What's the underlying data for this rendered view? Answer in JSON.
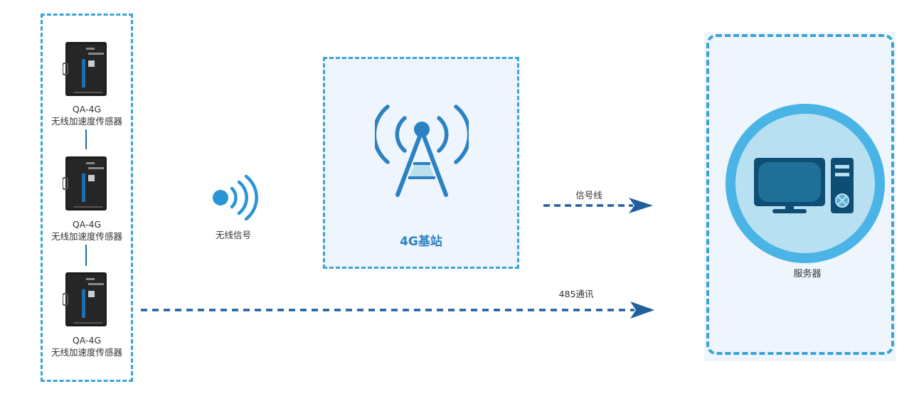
{
  "sensors": [
    {
      "model": "QA-4G",
      "name": "无线加速度传感器"
    },
    {
      "model": "QA-4G",
      "name": "无线加速度传感器"
    },
    {
      "model": "QA-4G",
      "name": "无线加速度传感器"
    }
  ],
  "wireless_label": "无线信号",
  "base_station_label": "4G基站",
  "signal_line_label": "信号线",
  "rs485_label": "485通讯",
  "server_label": "服务器",
  "colors": {
    "dash_border": "#3aa3d6",
    "panel_fill": "#eef5fc",
    "arrow": "#1f5f9e",
    "tower": "#2a82c4",
    "server_ring": "#4ab4e6",
    "server_inner": "#b9e0f1",
    "monitor": "#0e4e74"
  }
}
